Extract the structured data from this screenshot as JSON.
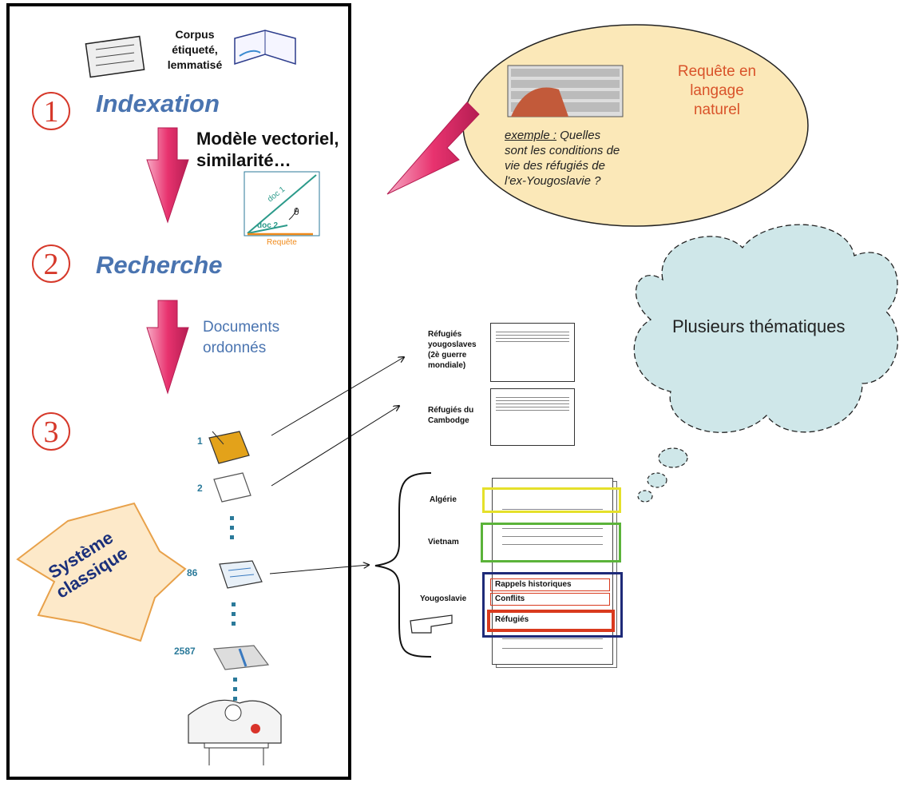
{
  "left_panel": {
    "corpus_lines": [
      "Corpus",
      "étiqueté,",
      "lemmatisé"
    ],
    "steps": [
      {
        "number": "1",
        "title": "Indexation"
      },
      {
        "number": "2",
        "title": "Recherche"
      },
      {
        "number": "3",
        "title": ""
      }
    ],
    "model_lines": [
      "Modèle vectoriel,",
      "similarité…"
    ],
    "vector_diagram": {
      "doc1": "doc 1",
      "doc2": "doc 2",
      "theta": "θ",
      "query": "Requête"
    },
    "docs_lines": [
      "Documents",
      "ordonnés"
    ],
    "ranks": [
      "1",
      "2",
      "86",
      "2587"
    ],
    "star_lines": [
      "Système",
      "classique"
    ]
  },
  "bubble": {
    "title_lines": [
      "Requête en",
      "langage",
      "naturel"
    ],
    "example_label": "exemple :",
    "example_text": [
      "Quelles",
      "sont les conditions de",
      "vie des réfugiés de",
      "l'ex-Yougoslavie ?"
    ]
  },
  "cloud": {
    "text": "Plusieurs thématiques"
  },
  "result_docs": [
    {
      "label_lines": [
        "Réfugiés",
        "yougoslaves",
        "(2è guerre",
        "mondiale)"
      ]
    },
    {
      "label_lines": [
        "Réfugiés du",
        "Cambodge"
      ]
    }
  ],
  "sections": {
    "algerie": "Algérie",
    "vietnam": "Vietnam",
    "yougoslavie": "Yougoslavie",
    "rappels": "Rappels historiques",
    "conflits": "Conflits",
    "refugies": "Réfugiés"
  },
  "colors": {
    "step_red": "#d6392b",
    "title_blue": "#4a74b0",
    "arrow_pink": "#e8336f",
    "bubble_fill": "#fbe8b8",
    "cloud_fill": "#cfe7e9",
    "algerie_box": "#e5e02a",
    "vietnam_box": "#5bb33a",
    "yougoslavie_box": "#1e2a78",
    "refugies_box": "#d93a1e",
    "star_fill": "#fde9c9"
  }
}
